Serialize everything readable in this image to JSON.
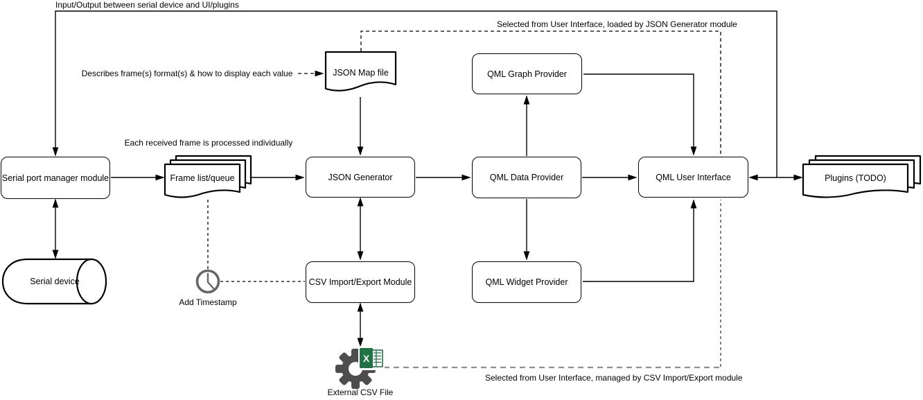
{
  "diagram": {
    "title_note": "Input/Output between serial device and UI/plugins",
    "nodes": {
      "serial_port_manager": "Serial port manager module",
      "serial_device": "Serial device",
      "frame_list": "Frame list/queue",
      "json_map_file": "JSON Map file",
      "json_generator": "JSON Generator",
      "csv_module": "CSV Import/Export Module",
      "qml_graph_provider": "QML Graph Provider",
      "qml_data_provider": "QML Data Provider",
      "qml_widget_provider": "QML Widget Provider",
      "qml_user_interface": "QML User Interface",
      "plugins": "Plugins (TODO)"
    },
    "labels": {
      "io_note": "Input/Output between serial device and UI/plugins",
      "selected_json_note": "Selected from User Interface, loaded by JSON Generator module",
      "describes_note": "Describes frame(s) format(s) & how to display each value",
      "frame_note": "Each received frame is processed individually",
      "add_timestamp": "Add Timestamp",
      "external_csv": "External CSV File",
      "selected_csv_note": "Selected from User Interface, managed by CSV Import/Export module"
    },
    "icons": {
      "timestamp": "clock-icon",
      "csv_gear": "gear-icon",
      "csv_excel": "excel-icon",
      "excel_letter": "X"
    },
    "colors": {
      "line": "#000000",
      "dashed_gray": "#8f8f8f",
      "clock_gray": "#666666",
      "gear_gray": "#4d4d4d",
      "excel_green": "#217346",
      "background": "#ffffff"
    }
  }
}
